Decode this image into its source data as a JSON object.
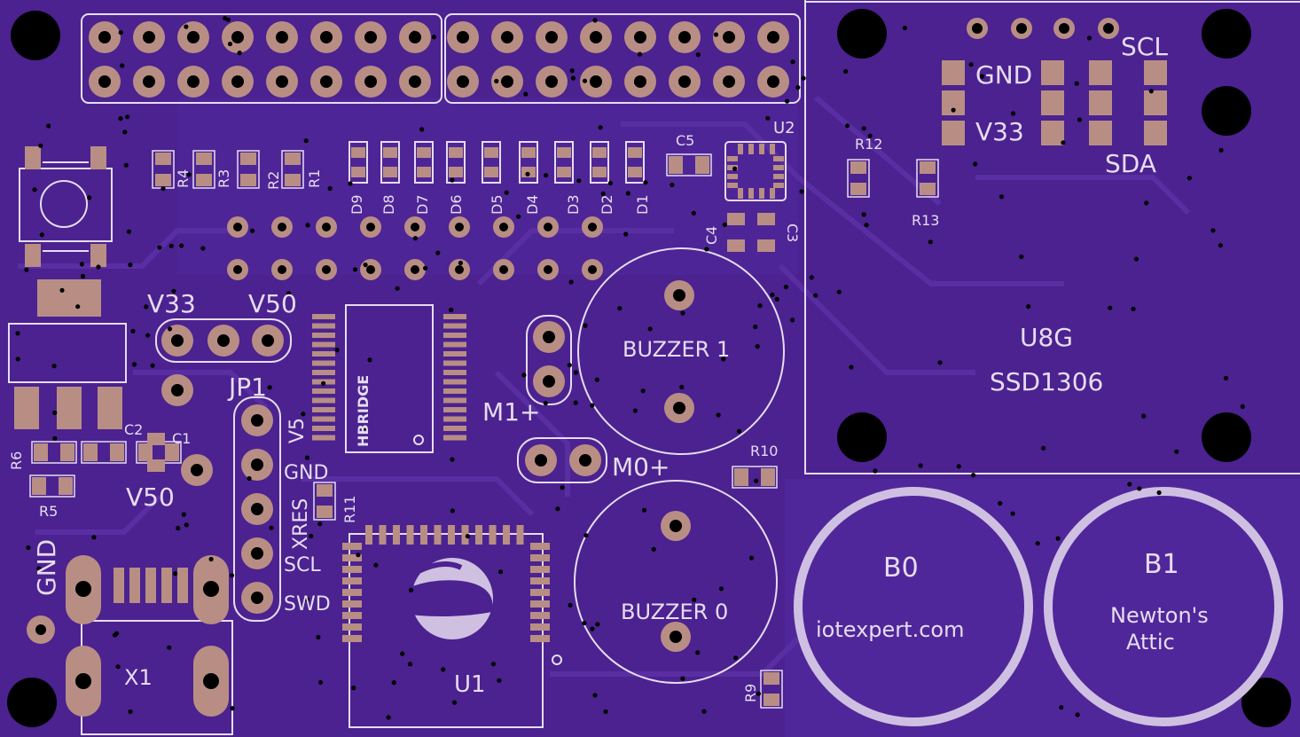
{
  "colors": {
    "board": "#4b2290",
    "board_dark": "#3e1c7c",
    "trace": "#5a2ea3",
    "silk": "#e6dcf0",
    "pad": "#b88e84",
    "hole": "#000000"
  },
  "labels": {
    "v33_header": "V33",
    "v50_header": "V50",
    "jp1": "JP1",
    "jp1_pins": [
      "V5",
      "GND",
      "XRES",
      "SCL",
      "SWD"
    ],
    "v50_left": "V50",
    "gnd_left": "GND",
    "x1": "X1",
    "hbridge": "HBRIDGE",
    "m1": "M1+",
    "m0": "M0+",
    "buzzer1": "BUZZER 1",
    "buzzer0": "BUZZER 0",
    "u1": "U1",
    "u2": "U2",
    "u8g": "U8G",
    "ssd1306": "SSD1306",
    "oled_gnd": "GND",
    "oled_v33": "V33",
    "oled_scl": "SCL",
    "oled_sda": "SDA",
    "b0": "B0",
    "b0_text": "iotexpert.com",
    "b1": "B1",
    "b1_text_1": "Newton's",
    "b1_text_2": "Attic",
    "resistors": [
      "R1",
      "R2",
      "R3",
      "R4",
      "R5",
      "R6",
      "R9",
      "R10",
      "R11",
      "R12",
      "R13"
    ],
    "caps": [
      "C1",
      "C2",
      "C3",
      "C4",
      "C5"
    ],
    "diodes": [
      "D1",
      "D2",
      "D3",
      "D4",
      "D5",
      "D6",
      "D7",
      "D8",
      "D9"
    ]
  }
}
